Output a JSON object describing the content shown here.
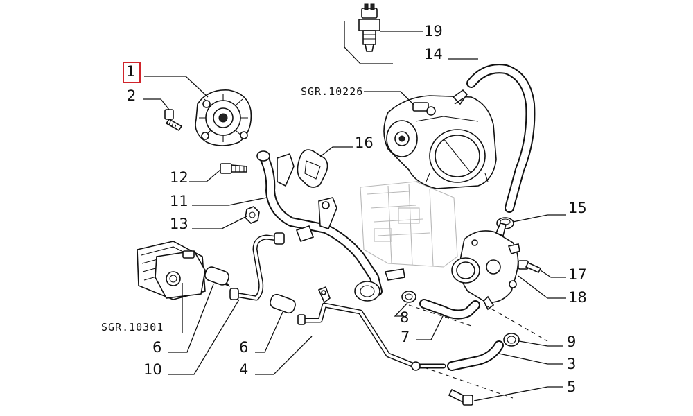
{
  "diagram": {
    "callouts": {
      "c1": "1",
      "c2": "2",
      "c3": "3",
      "c4": "4",
      "c5": "5",
      "c6a": "6",
      "c6b": "6",
      "c7": "7",
      "c8": "8",
      "c9": "9",
      "c10": "10",
      "c11": "11",
      "c12": "12",
      "c13": "13",
      "c14": "14",
      "c15": "15",
      "c16": "16",
      "c17": "17",
      "c18": "18",
      "c19": "19"
    },
    "references": {
      "sgr_top": "SGR.10226",
      "sgr_left": "SGR.10301"
    },
    "highlight_color": "#d0242b",
    "highlighted_callout": "1"
  }
}
